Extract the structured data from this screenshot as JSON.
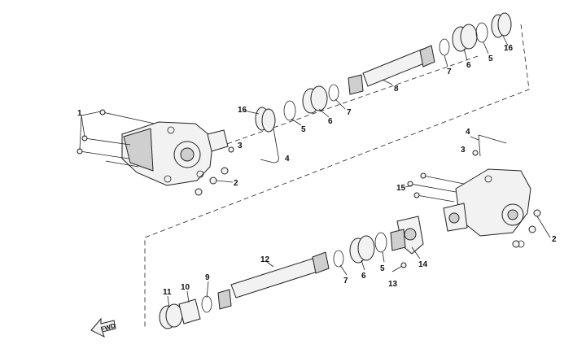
{
  "labels": {
    "l1": "1",
    "l2a": "2",
    "l2b": "2",
    "l3a": "3",
    "l3b": "3",
    "l4a": "4",
    "l4b": "4",
    "l5a": "5",
    "l5b": "5",
    "l5c": "5",
    "l6a": "6",
    "l6b": "6",
    "l6c": "6",
    "l7a": "7",
    "l7b": "7",
    "l7c": "7",
    "l8": "8",
    "l9": "9",
    "l10": "10",
    "l11": "11",
    "l12": "12",
    "l13": "13",
    "l14": "14",
    "l15": "15",
    "l16a": "16",
    "l16b": "16"
  },
  "fwd_label": "FWD"
}
